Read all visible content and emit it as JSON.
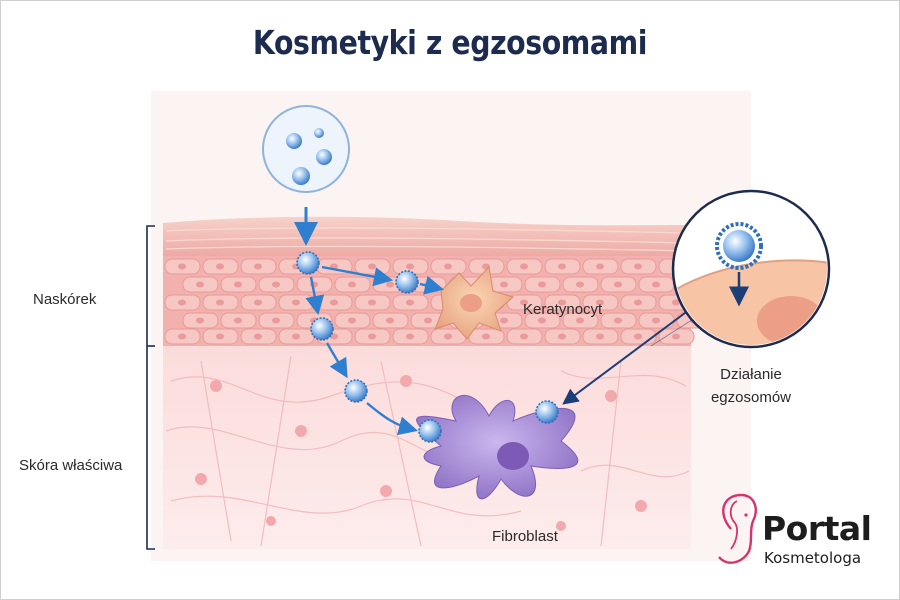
{
  "title": "Kosmetyki z egzosomami",
  "layers": {
    "epidermis_label": "Naskórek",
    "dermis_label": "Skóra właściwa"
  },
  "cells": {
    "keratinocyte_label": "Keratynocyt",
    "fibroblast_label": "Fibroblast"
  },
  "inset": {
    "caption_line1": "Działanie",
    "caption_line2": "egzosomów"
  },
  "logo": {
    "word": "Portal",
    "sub": "Kosmetologa",
    "color": "#d6336c"
  },
  "colors": {
    "title": "#1c2b4e",
    "epidermis": "#f2b9b5",
    "dermis": "#fbe1e0",
    "exosome": "#4a8fd6",
    "arrow": "#2f7fd0",
    "keratinocyte": "#f1b890",
    "fibroblast": "#a58bd3"
  }
}
